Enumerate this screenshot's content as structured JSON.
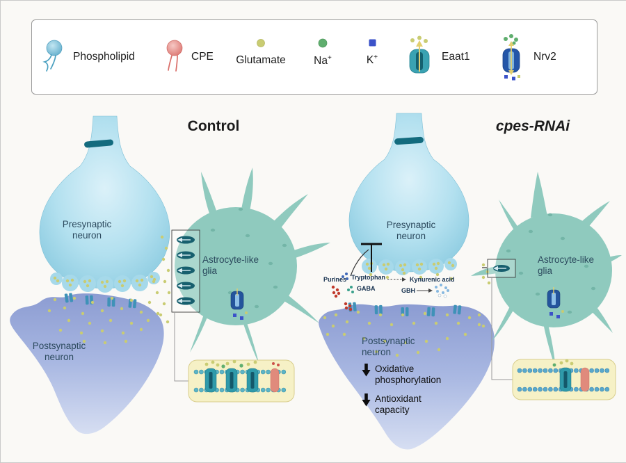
{
  "legend": {
    "items": [
      {
        "name": "phospholipid",
        "label": "Phospholipid"
      },
      {
        "name": "cpe",
        "label": "CPE"
      },
      {
        "name": "glutamate",
        "label": "Glutamate"
      },
      {
        "name": "sodium",
        "base": "Na",
        "sup": "+"
      },
      {
        "name": "potassium",
        "base": "K",
        "sup": "+"
      },
      {
        "name": "eaat1",
        "label": "Eaat1"
      },
      {
        "name": "nrv2",
        "label": "Nrv2"
      }
    ]
  },
  "control": {
    "title": "Control",
    "presynaptic": "Presynaptic neuron",
    "postsynaptic": "Postsynaptic neuron",
    "glia": "Astrocyte-like glia"
  },
  "rnai": {
    "title": "cpes-RNAi",
    "presynaptic": "Presynaptic neuron",
    "postsynaptic": "Postsynaptic neuron",
    "glia": "Astrocyte-like glia",
    "metabolites": {
      "purines": "Purines",
      "tryptophan": "Tryptophan",
      "gaba": "GABA",
      "kynurenic_acid": "Kynurenic acid",
      "gbh": "GBH"
    },
    "effects": [
      {
        "label": "Oxidative phosphorylation",
        "direction": "down"
      },
      {
        "label": "Antioxidant capacity",
        "direction": "down"
      }
    ]
  },
  "colors": {
    "presynaptic_neuron": "#9bd4e8",
    "postsynaptic_neuron": "#8c9cd2",
    "astrocyte_glia": "#8fcabe",
    "glutamate_dot": "#c9cc72",
    "sodium_dot": "#5fae6e",
    "potassium_square": "#3b52c9",
    "eaat1_channel": "#2f9aaa",
    "nrv2_channel": "#2456a8",
    "cpe": "#e08a7c",
    "membrane_inset_bg": "#f6f1c6"
  }
}
